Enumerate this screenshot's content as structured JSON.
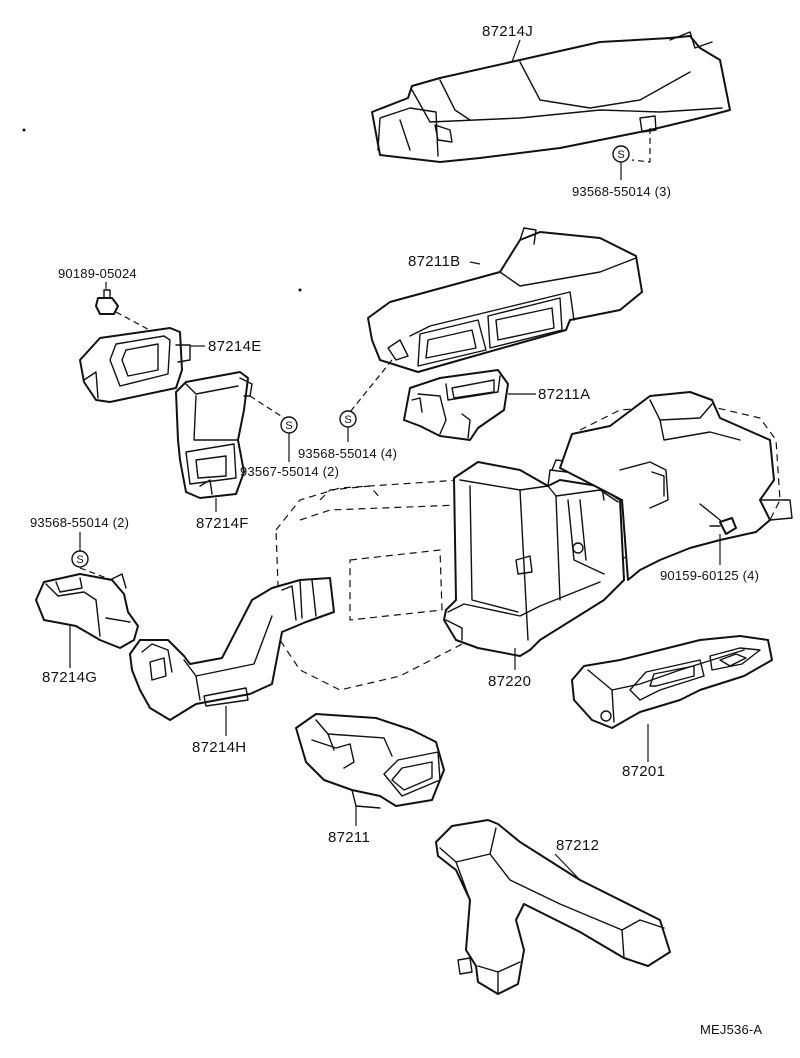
{
  "labels": {
    "p87214J": "87214J",
    "p93568_3": "93568-55014 (3)",
    "p90189": "90189-05024",
    "p87214E": "87214E",
    "p87211B": "87211B",
    "p87211A": "87211A",
    "p93568_4": "93568-55014 (4)",
    "p93567_2": "93567-55014 (2)",
    "p87214F": "87214F",
    "p93568_2": "93568-55014 (2)",
    "p90159_4": "90159-60125 (4)",
    "p87214G": "87214G",
    "p87220": "87220",
    "p87214H": "87214H",
    "p87201": "87201",
    "p87211": "87211",
    "p87212": "87212",
    "drawing_code": "MEJ536-A"
  },
  "screw_symbol": "S"
}
